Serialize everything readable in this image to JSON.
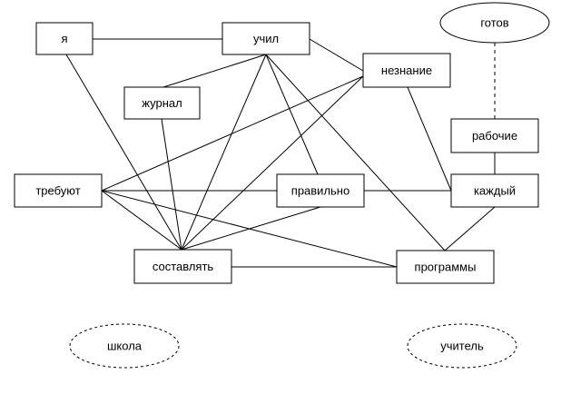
{
  "diagram": {
    "nodes": [
      {
        "id": "ya",
        "label": "я",
        "shape": "rect",
        "border": "solid"
      },
      {
        "id": "uchil",
        "label": "учил",
        "shape": "rect",
        "border": "solid"
      },
      {
        "id": "gotov",
        "label": "готов",
        "shape": "ellipse",
        "border": "solid"
      },
      {
        "id": "zhurnal",
        "label": "журнал",
        "shape": "rect",
        "border": "solid"
      },
      {
        "id": "neznanie",
        "label": "незнание",
        "shape": "rect",
        "border": "solid"
      },
      {
        "id": "rabochie",
        "label": "рабочие",
        "shape": "rect",
        "border": "solid"
      },
      {
        "id": "trebuyut",
        "label": "требуют",
        "shape": "rect",
        "border": "solid"
      },
      {
        "id": "pravilno",
        "label": "правильно",
        "shape": "rect",
        "border": "solid"
      },
      {
        "id": "kazhdy",
        "label": "каждый",
        "shape": "rect",
        "border": "solid"
      },
      {
        "id": "sostavlyat",
        "label": "составлять",
        "shape": "rect",
        "border": "solid"
      },
      {
        "id": "programmy",
        "label": "программы",
        "shape": "rect",
        "border": "solid"
      },
      {
        "id": "shkola",
        "label": "школа",
        "shape": "ellipse",
        "border": "dashed"
      },
      {
        "id": "uchitel",
        "label": "учитель",
        "shape": "ellipse",
        "border": "dashed"
      }
    ],
    "edges": [
      {
        "from": "ya",
        "to": "uchil",
        "style": "solid"
      },
      {
        "from": "ya",
        "to": "sostavlyat",
        "style": "solid"
      },
      {
        "from": "uchil",
        "to": "neznanie",
        "style": "solid"
      },
      {
        "from": "uchil",
        "to": "zhurnal",
        "style": "solid"
      },
      {
        "from": "uchil",
        "to": "pravilno",
        "style": "solid"
      },
      {
        "from": "uchil",
        "to": "programmy",
        "style": "solid"
      },
      {
        "from": "uchil",
        "to": "sostavlyat",
        "style": "solid"
      },
      {
        "from": "zhurnal",
        "to": "sostavlyat",
        "style": "solid"
      },
      {
        "from": "neznanie",
        "to": "trebuyut",
        "style": "solid"
      },
      {
        "from": "neznanie",
        "to": "sostavlyat",
        "style": "solid"
      },
      {
        "from": "neznanie",
        "to": "kazhdy",
        "style": "solid"
      },
      {
        "from": "trebuyut",
        "to": "pravilno",
        "style": "solid"
      },
      {
        "from": "trebuyut",
        "to": "programmy",
        "style": "solid"
      },
      {
        "from": "trebuyut",
        "to": "sostavlyat",
        "style": "solid"
      },
      {
        "from": "pravilno",
        "to": "kazhdy",
        "style": "solid"
      },
      {
        "from": "pravilno",
        "to": "sostavlyat",
        "style": "solid"
      },
      {
        "from": "kazhdy",
        "to": "programmy",
        "style": "solid"
      },
      {
        "from": "kazhdy",
        "to": "rabochie",
        "style": "solid"
      },
      {
        "from": "sostavlyat",
        "to": "programmy",
        "style": "solid"
      },
      {
        "from": "gotov",
        "to": "rabochie",
        "style": "dashed"
      }
    ]
  }
}
